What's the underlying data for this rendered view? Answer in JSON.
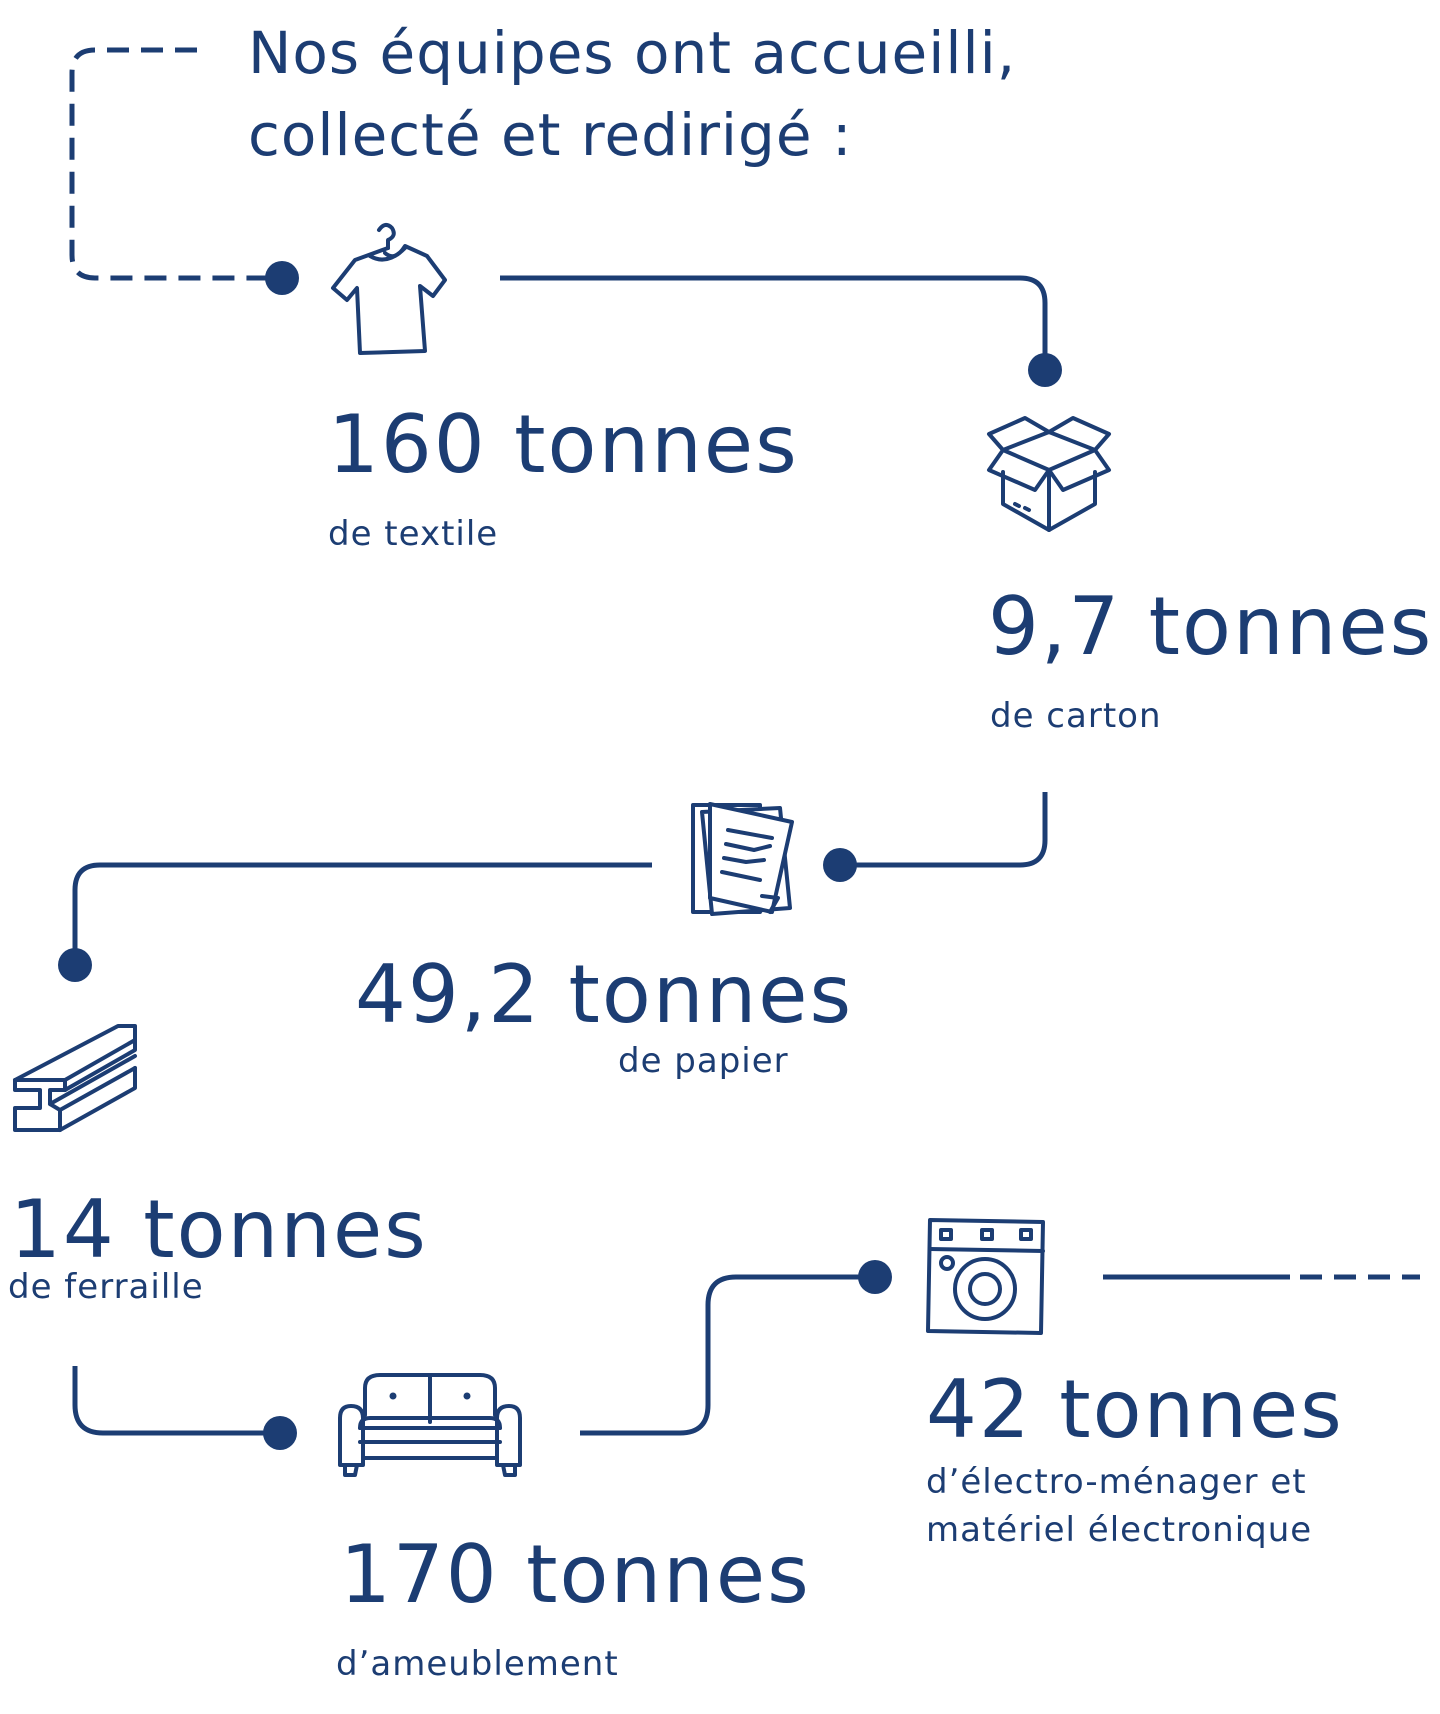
{
  "title": {
    "line1": "Nos équipes ont accueilli,",
    "line2": "collecté et redirigé :"
  },
  "items": [
    {
      "amount": "160 tonnes",
      "label": "de textile",
      "icon": "tshirt-icon"
    },
    {
      "amount": "9,7 tonnes",
      "label": "de carton",
      "icon": "box-icon"
    },
    {
      "amount": "49,2 tonnes",
      "label": "de papier",
      "icon": "papers-icon"
    },
    {
      "amount": "14 tonnes",
      "label": "de ferraille",
      "icon": "steel-beam-icon"
    },
    {
      "amount": "170 tonnes",
      "label": "d’ameublement",
      "icon": "sofa-icon"
    },
    {
      "amount": "42 tonnes",
      "label_line1": "d’électro-ménager et",
      "label_line2": "matériel électronique",
      "icon": "washing-machine-icon"
    }
  ],
  "colors": {
    "primary": "#1c3d73",
    "background": "#ffffff"
  }
}
